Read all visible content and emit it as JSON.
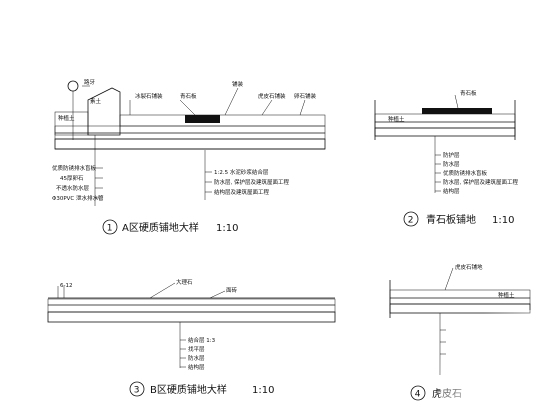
{
  "details": {
    "a": {
      "number": "1",
      "title": "A区硬质铺地大样",
      "scale": "1:10",
      "top_labels": [
        "路牙",
        "冰裂石铺装",
        "青石板",
        "铺装",
        "虎皮石铺装",
        "卵石铺装"
      ],
      "left_labels": [
        "素土",
        "种植土"
      ],
      "side_labels": [
        "优质防锈排水盲板",
        "45厚卵石",
        "不透水防水层",
        "Φ30PVC 泄水排水管"
      ],
      "bottom_labels": [
        "1:2.5 水泥砂浆结合层",
        "防水层, 保护层及建筑屋面工程",
        "结构层及建筑屋面工程"
      ]
    },
    "b": {
      "number": "2",
      "title": "青石板铺地",
      "scale": "1:10",
      "top_labels": [
        "青石板"
      ],
      "inner_labels": [
        "种植土"
      ],
      "bottom_labels": [
        "防护层",
        "防水层",
        "优质防锈排水盲板",
        "防水层, 保护层及建筑屋面工程",
        "结构层"
      ]
    },
    "c": {
      "number": "3",
      "title": "B区硬质铺地大样",
      "scale": "1:10",
      "top_labels": [
        "6-12",
        "大理石",
        "面砖"
      ],
      "bottom_labels": [
        "结合层 1:3",
        "找平层",
        "防水层",
        "结构层"
      ]
    },
    "d": {
      "number": "4",
      "title": "虎皮石",
      "top_labels": [
        "虎皮石铺地"
      ],
      "inner_labels": [
        "种植土"
      ]
    }
  },
  "colors": {
    "ink": "#111111",
    "paper": "#ffffff"
  }
}
